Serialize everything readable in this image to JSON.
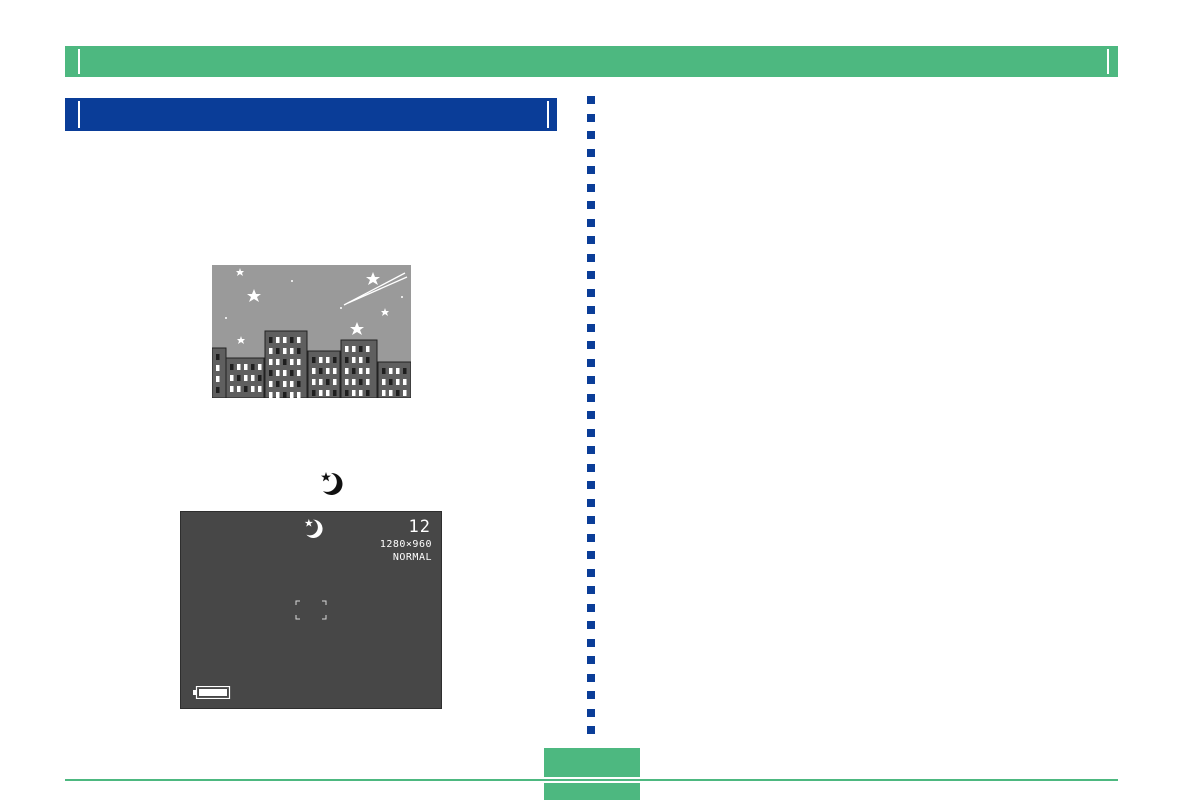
{
  "lcd_display": {
    "shots_remaining": "12",
    "resolution": "1280×960",
    "quality": "NORMAL",
    "mode_icon": "night-scene-icon",
    "battery_icon": "battery-full-icon"
  },
  "illustration": {
    "icon": "night-city-skyline-image"
  },
  "colors": {
    "header_green": "#4db880",
    "section_blue": "#0a3d98",
    "lcd_background": "#474747"
  }
}
